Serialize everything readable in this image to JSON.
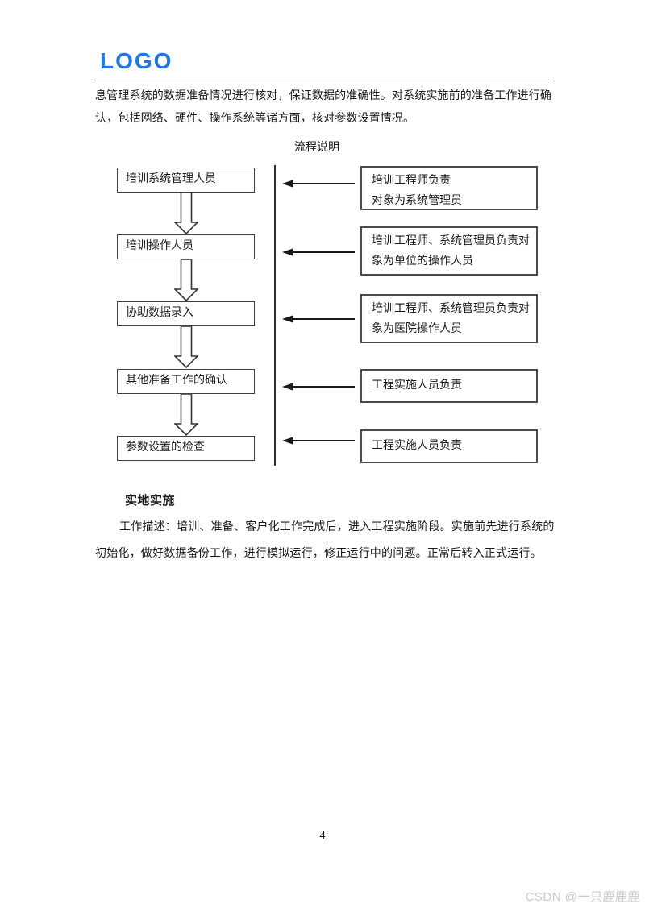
{
  "page": {
    "logo_text": "LOGO",
    "logo_color": "#1E78E8",
    "page_number": "4",
    "watermark": "CSDN @一只鹿鹿鹿"
  },
  "intro": {
    "lines": [
      "息管理系统的数据准备情况进行核对，保证数据的准确性。对系统实施前的准备工作进行确",
      "认，包括网络、硬件、操作系统等诸方面，核对参数设置情况。"
    ]
  },
  "flowchart": {
    "title": "流程说明",
    "steps": [
      {
        "label": "培训系统管理人员",
        "note_lines": [
          "培训工程师负责",
          "对象为系统管理员"
        ]
      },
      {
        "label": "培训操作人员",
        "note_lines": [
          "培训工程师、系统管理员负责对",
          "象为单位的操作人员"
        ]
      },
      {
        "label": "协助数据录入",
        "note_lines": [
          "培训工程师、系统管理员负责对",
          "象为医院操作人员"
        ]
      },
      {
        "label": "其他准备工作的确认",
        "note_lines": [
          "工程实施人员负责"
        ]
      },
      {
        "label": "参数设置的检查",
        "note_lines": [
          "工程实施人员负责"
        ]
      }
    ]
  },
  "section": {
    "heading": "实地实施",
    "body_lines": [
      "工作描述：培训、准备、客户化工作完成后，进入工程实施阶段。实施前先进行系统的",
      "初始化，做好数据备份工作，进行模拟运行，修正运行中的问题。正常后转入正式运行。"
    ]
  }
}
